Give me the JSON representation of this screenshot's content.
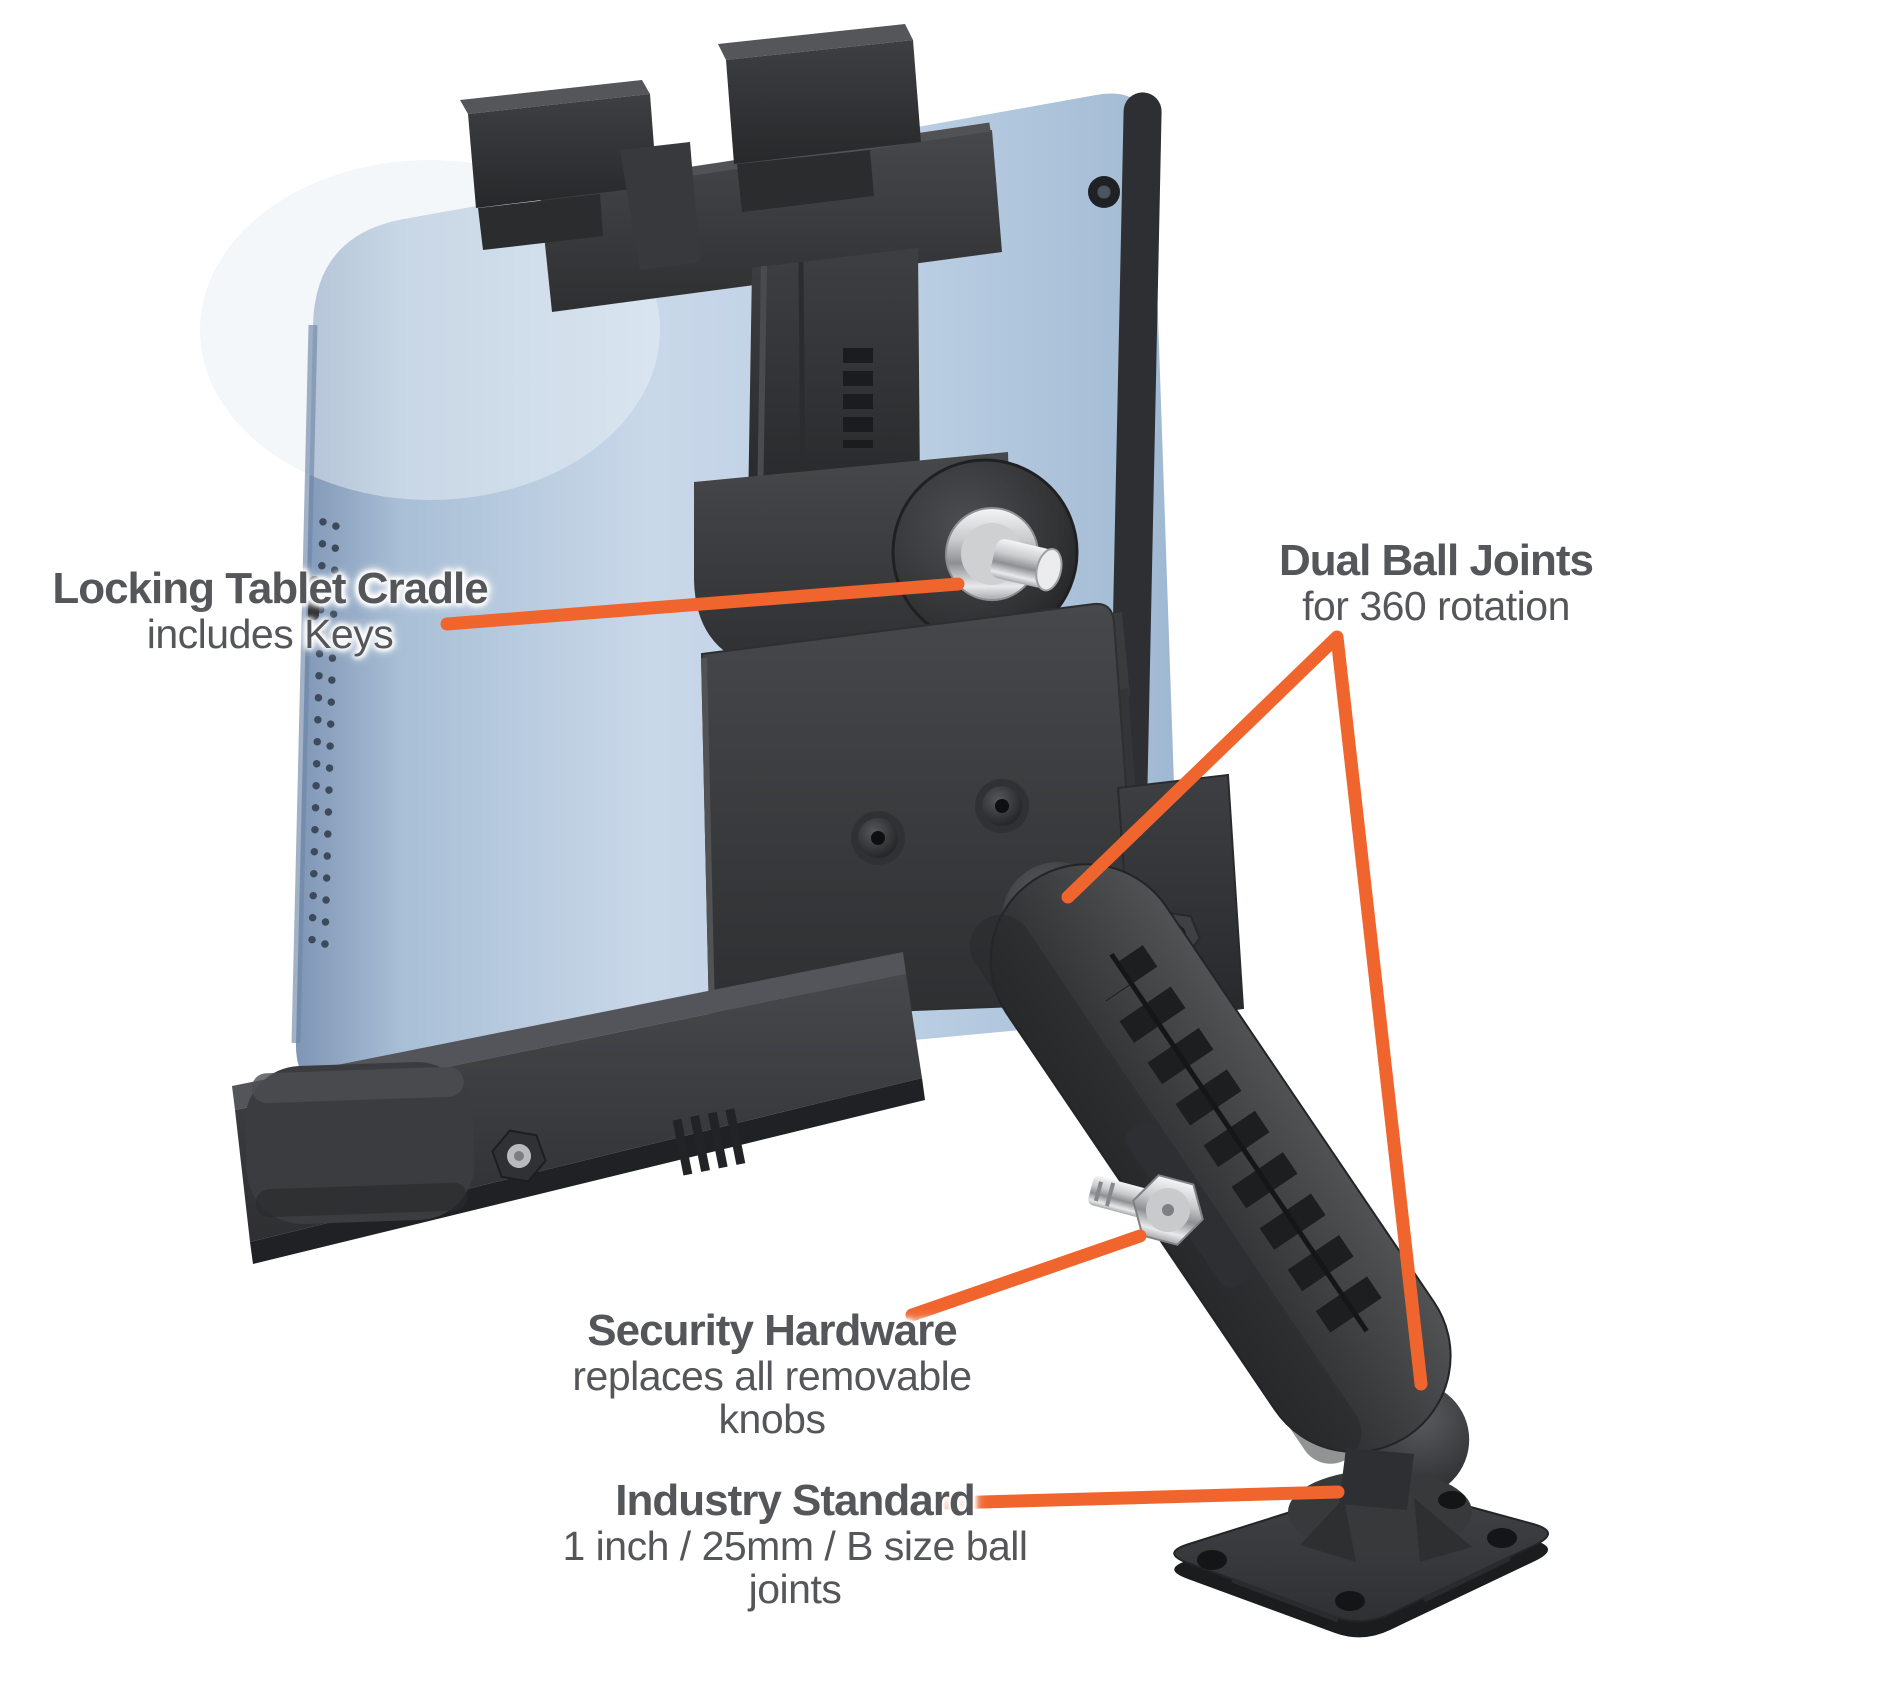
{
  "colors": {
    "accent": "#F0652D",
    "label_text": "#55565A",
    "tablet_blue": "#B9CCE0",
    "plastic_dark": "#37383A"
  },
  "callouts": {
    "locking": {
      "title": "Locking Tablet Cradle",
      "subtitle": "includes Keys"
    },
    "dual_ball": {
      "title": "Dual Ball Joints",
      "subtitle": "for 360 rotation"
    },
    "security": {
      "title": "Security Hardware",
      "subtitle": "replaces all removable knobs"
    },
    "industry": {
      "title": "Industry Standard",
      "subtitle": "1 inch / 25mm / B size ball joints"
    }
  }
}
